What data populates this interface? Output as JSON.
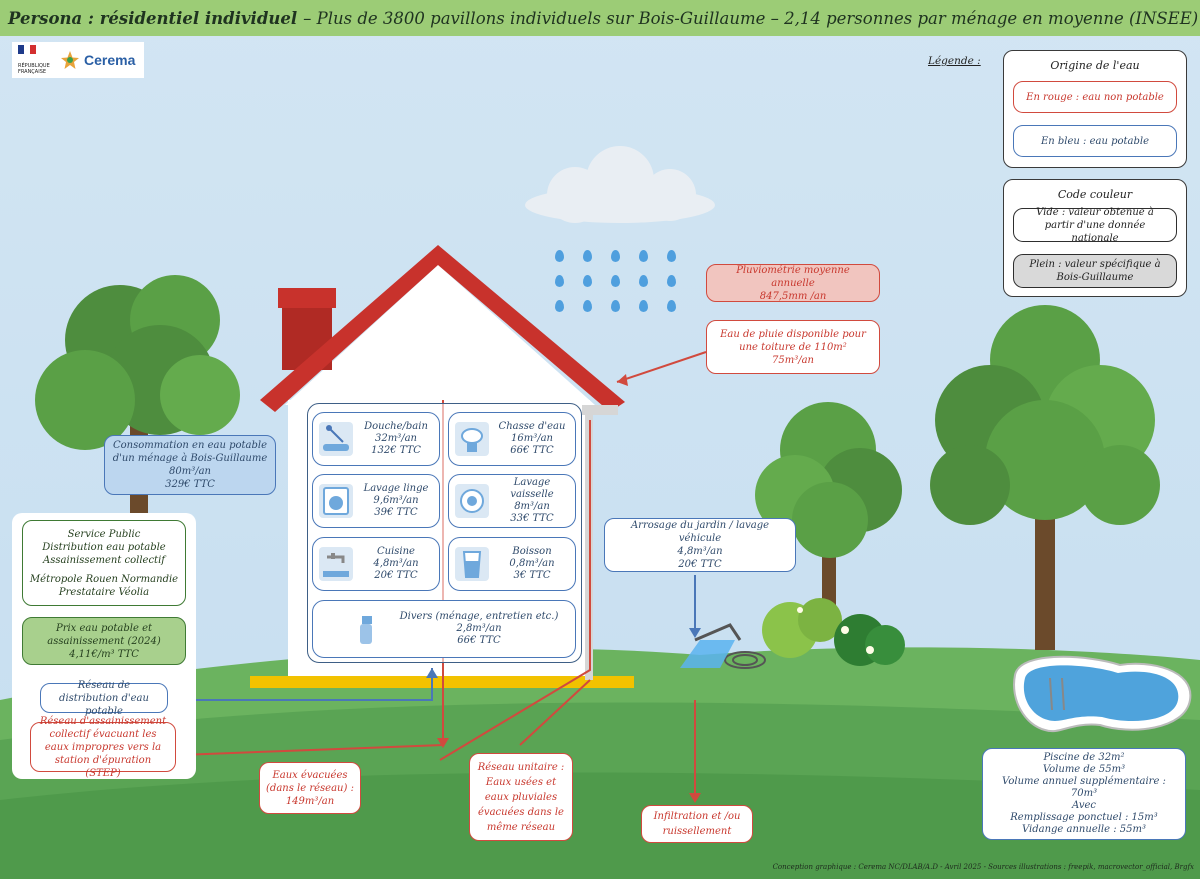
{
  "title": {
    "lead": "Persona : résidentiel individuel",
    "rest": "– Plus de 3800 pavillons individuels sur Bois-Guillaume – 2,14 personnes par ménage en moyenne (INSEE)"
  },
  "logos": {
    "rf_text": "RÉPUBLIQUE FRANÇAISE",
    "cerema": "Cerema"
  },
  "legend": {
    "label": "Légende :",
    "origin": {
      "title": "Origine de l'eau",
      "red": "En rouge : eau non potable",
      "blue": "En bleu : eau potable"
    },
    "color_code": {
      "title": "Code couleur",
      "empty": "Vide : valeur obtenue à partir d'une donnée nationale",
      "full": "Plein : valeur spécifique à Bois-Guillaume"
    }
  },
  "rain": {
    "pluvio": "Pluviométrie moyenne annuelle",
    "pluvio_value": "847,5mm /an",
    "roof": "Eau de pluie disponible pour une toiture de 110m²",
    "roof_value": "75m³/an"
  },
  "household": {
    "line1": "Consommation en eau potable",
    "line2": "d'un ménage à Bois-Guillaume",
    "volume": "80m³/an",
    "cost": "329€ TTC"
  },
  "uses": {
    "shower": {
      "label": "Douche/bain",
      "volume": "32m³/an",
      "cost": "132€ TTC"
    },
    "toilet": {
      "label": "Chasse d'eau",
      "volume": "16m³/an",
      "cost": "66€ TTC"
    },
    "laundry": {
      "label": "Lavage linge",
      "volume": "9,6m³/an",
      "cost": "39€ TTC"
    },
    "dishes": {
      "label": "Lavage vaisselle",
      "volume": "8m³/an",
      "cost": "33€ TTC"
    },
    "kitchen": {
      "label": "Cuisine",
      "volume": "4,8m³/an",
      "cost": "20€ TTC"
    },
    "drink": {
      "label": "Boisson",
      "volume": "0,8m³/an",
      "cost": "3€ TTC"
    },
    "misc": {
      "label": "Divers (ménage, entretien etc.)",
      "volume": "2,8m³/an",
      "cost": "66€ TTC"
    }
  },
  "garden": {
    "label": "Arrosage du jardin / lavage véhicule",
    "volume": "4,8m³/an",
    "cost": "20€ TTC"
  },
  "service": {
    "l1": "Service Public",
    "l2": "Distribution eau potable",
    "l3": "Assainissement collectif",
    "l4": "Métropole Rouen Normandie",
    "l5": "Prestataire Véolia",
    "price_title": "Prix eau potable et assainissement (2024)",
    "price_value": "4,11€/m³ TTC",
    "network": "Réseau de distribution d'eau potable",
    "sewer": "Réseau d'assainissement collectif évacuant les eaux impropres vers la station d'épuration (STEP)"
  },
  "outflows": {
    "evac_title": "Eaux évacuées",
    "evac_sub": "(dans le réseau) :",
    "evac_value": "149m³/an",
    "unit_l1": "Réseau unitaire :",
    "unit_l2": "Eaux usées et eaux pluviales évacuées dans le même réseau",
    "infiltration": "Infiltration et /ou ruissellement"
  },
  "pool": {
    "l1": "Piscine de 32m²",
    "l2": "Volume de 55m³",
    "l3": "Volume annuel supplémentaire : 70m³",
    "l4": "Avec",
    "l5": "Remplissage ponctuel : 15m³",
    "l6": "Vidange annuelle : 55m³"
  },
  "credits": "Conception graphique : Cerema NC/DLAB/A.D  -  Avril 2025  -  Sources illustrations : freepik, macrovector_official, Brgfx",
  "colors": {
    "title_bar": "#9ccc76",
    "grass": "#5fa85a",
    "roof": "#c8322c",
    "potable": "#4a77b8",
    "non_potable": "#d14a3e"
  }
}
